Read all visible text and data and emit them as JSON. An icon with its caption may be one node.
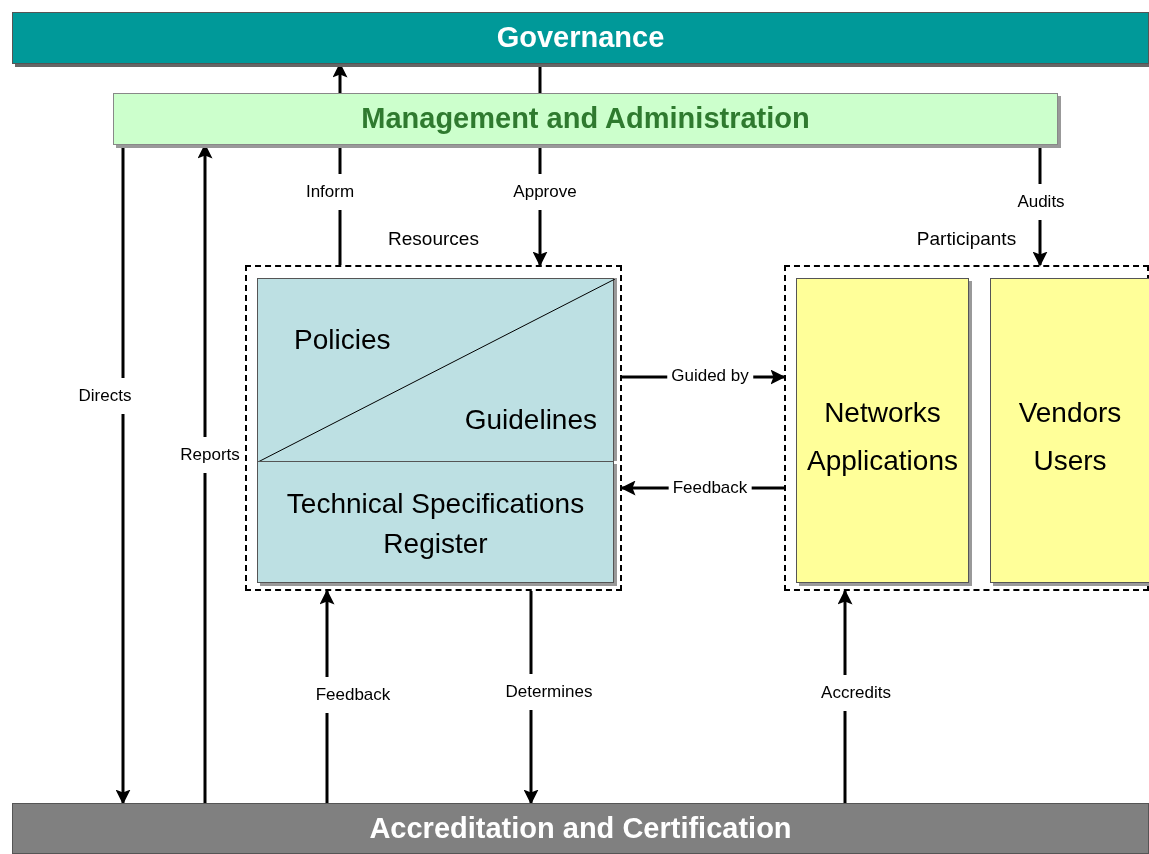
{
  "diagram": {
    "nodes": [
      {
        "text": [
          "Governance"
        ]
      },
      {
        "text": [
          "Management and Administration"
        ]
      },
      {
        "text": [
          "Resources"
        ]
      },
      {
        "text": [
          "Policies",
          "Guidelines"
        ],
        "in": 2
      },
      {
        "text": [
          "Technical Specifications Register"
        ],
        "in": 2
      },
      {
        "text": [
          "Participants"
        ]
      },
      {
        "text": [
          "Networks Applications"
        ],
        "in": 5
      },
      {
        "text": [
          "Vendors Users"
        ],
        "in": 5
      },
      {
        "text": [
          "Accreditation and Certification"
        ]
      }
    ],
    "edges": [
      {
        "from": 2,
        "to": 1,
        "arrow": "none",
        "label": "Inform"
      },
      {
        "from": 1,
        "to": 0,
        "arrow": "to"
      },
      {
        "from": 0,
        "to": 1,
        "arrow": "none"
      },
      {
        "from": 1,
        "to": 2,
        "arrow": "to",
        "label": "Approve"
      },
      {
        "from": 1,
        "to": 5,
        "arrow": "to",
        "label": "Audits"
      },
      {
        "from": 1,
        "to": 8,
        "arrow": "to",
        "label": "Directs"
      },
      {
        "from": 8,
        "to": 1,
        "arrow": "to",
        "label": "Reports"
      },
      {
        "from": 2,
        "to": 5,
        "arrow": "to",
        "label": "Guided by"
      },
      {
        "from": 5,
        "to": 2,
        "arrow": "to",
        "label": "Feedback"
      },
      {
        "from": 8,
        "to": 2,
        "arrow": "to",
        "label": "Feedback"
      },
      {
        "from": 2,
        "to": 8,
        "arrow": "to",
        "label": "Determines"
      },
      {
        "from": 8,
        "to": 5,
        "arrow": "to",
        "label": "Accredits"
      }
    ]
  }
}
